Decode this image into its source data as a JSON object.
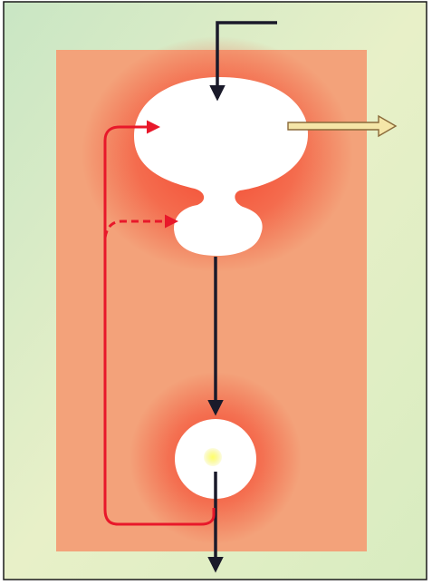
{
  "diagram": {
    "colors": {
      "page": "#ffffff",
      "frame_border": "#1a1a1a",
      "outer_gradient_top": "#c9e6c4",
      "outer_gradient_mid": "#e8f0c8",
      "outer_gradient_bottom": "#d8ecc0",
      "panel_base": "#f3a27a",
      "panel_glow": "#f4402a",
      "chamber_fill": "#ffffff",
      "core_dot": "#ffff66",
      "flow_dark": "#1a1a2a",
      "flow_red": "#e8182a",
      "output_arrow_fill": "#f5e6a8",
      "output_arrow_stroke": "#8a6a3a"
    },
    "nodes": [
      {
        "id": "upper-chamber",
        "label": ""
      },
      {
        "id": "middle-chamber",
        "label": ""
      },
      {
        "id": "lower-chamber",
        "label": ""
      }
    ],
    "arrows": [
      {
        "id": "input-arrow",
        "style": "solid-dark",
        "from": "outside-top",
        "to": "upper-chamber"
      },
      {
        "id": "output-arrow",
        "style": "hollow-cream",
        "from": "upper-chamber",
        "to": "outside-right"
      },
      {
        "id": "descending-arrow",
        "style": "solid-dark",
        "from": "middle-chamber",
        "to": "lower-chamber"
      },
      {
        "id": "exit-arrow",
        "style": "solid-dark",
        "from": "lower-chamber",
        "to": "outside-bottom"
      },
      {
        "id": "feedback-solid-arrow",
        "style": "solid-red",
        "from": "lower-chamber",
        "to": "upper-chamber"
      },
      {
        "id": "feedback-dashed-arrow",
        "style": "dashed-red",
        "from": "feedback-line",
        "to": "middle-chamber"
      }
    ]
  }
}
